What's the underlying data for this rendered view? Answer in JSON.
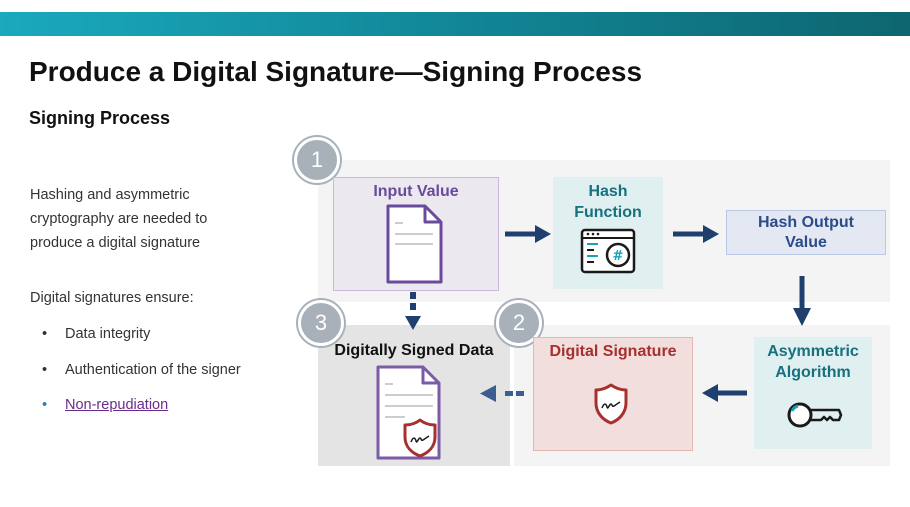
{
  "title": "Produce a Digital Signature—Signing Process",
  "subtitle": "Signing Process",
  "intro": "Hashing and asymmetric cryptography are needed to produce a digital signature",
  "ensure_heading": "Digital signatures ensure:",
  "bullets": [
    "Data integrity",
    "Authentication of the signer",
    "Non-repudiation"
  ],
  "diagram": {
    "badges": [
      "1",
      "2",
      "3"
    ],
    "input_value": "Input Value",
    "hash_function": "Hash Function",
    "hash_output": "Hash Output Value",
    "asymmetric": "Asymmetric Algorithm",
    "digital_signature": "Digital Signature",
    "signed_data": "Digitally Signed Data",
    "icons": [
      "document-icon",
      "hash-function-icon",
      "key-icon",
      "shield-signature-icon",
      "signed-document-icon"
    ]
  },
  "colors": {
    "topbar_start": "#1aa9bd",
    "topbar_end": "#0d6670",
    "arrow": "#1f3f6e",
    "purple": "#6a4a9c",
    "teal": "#17707e",
    "navy": "#2b4b8a",
    "red": "#a7302e"
  }
}
